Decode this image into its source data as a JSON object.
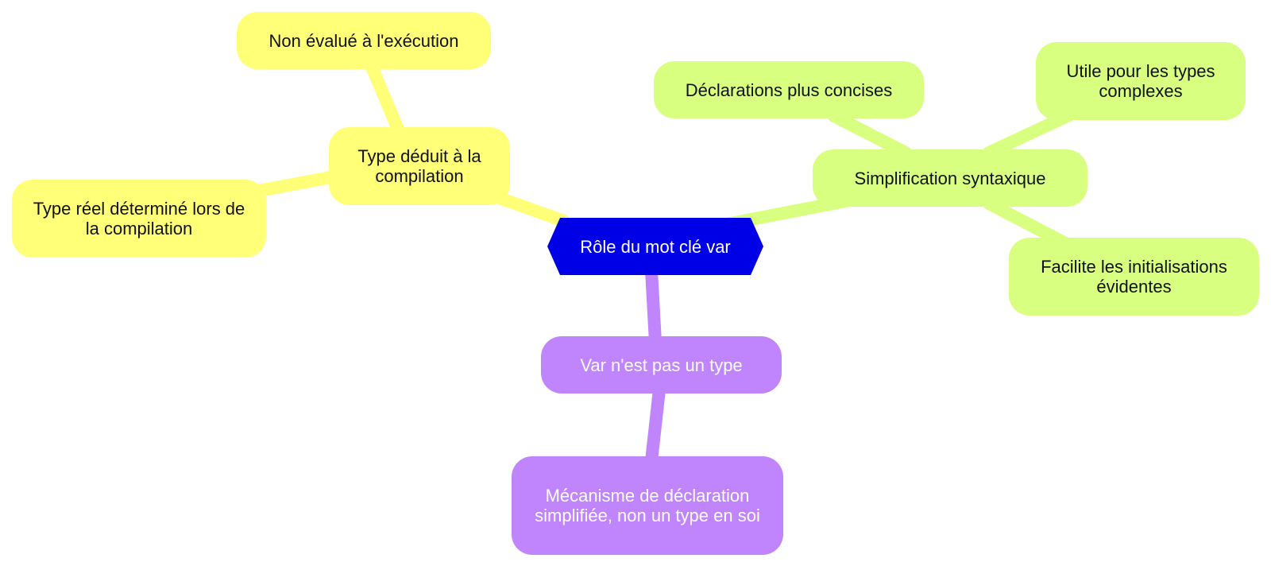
{
  "root": {
    "label": "Rôle du mot clé var",
    "color": "#0000e6"
  },
  "branches": {
    "type_deduit": {
      "label": "Type déduit à la compilation",
      "color": "#ffff78",
      "children": {
        "non_evalue": "Non évalué à l'exécution",
        "type_reel": "Type réel déterminé lors de la compilation"
      }
    },
    "simplification": {
      "label": "Simplification syntaxique",
      "color": "#d8ff80",
      "children": {
        "declarations": "Déclarations plus concises",
        "utile": "Utile pour les types complexes",
        "facilite": "Facilite les initialisations évidentes"
      }
    },
    "var_type": {
      "label": "Var n'est pas un type",
      "color": "#c084fc",
      "children": {
        "mecanisme": "Mécanisme de déclaration simplifiée, non un type en soi"
      }
    }
  }
}
